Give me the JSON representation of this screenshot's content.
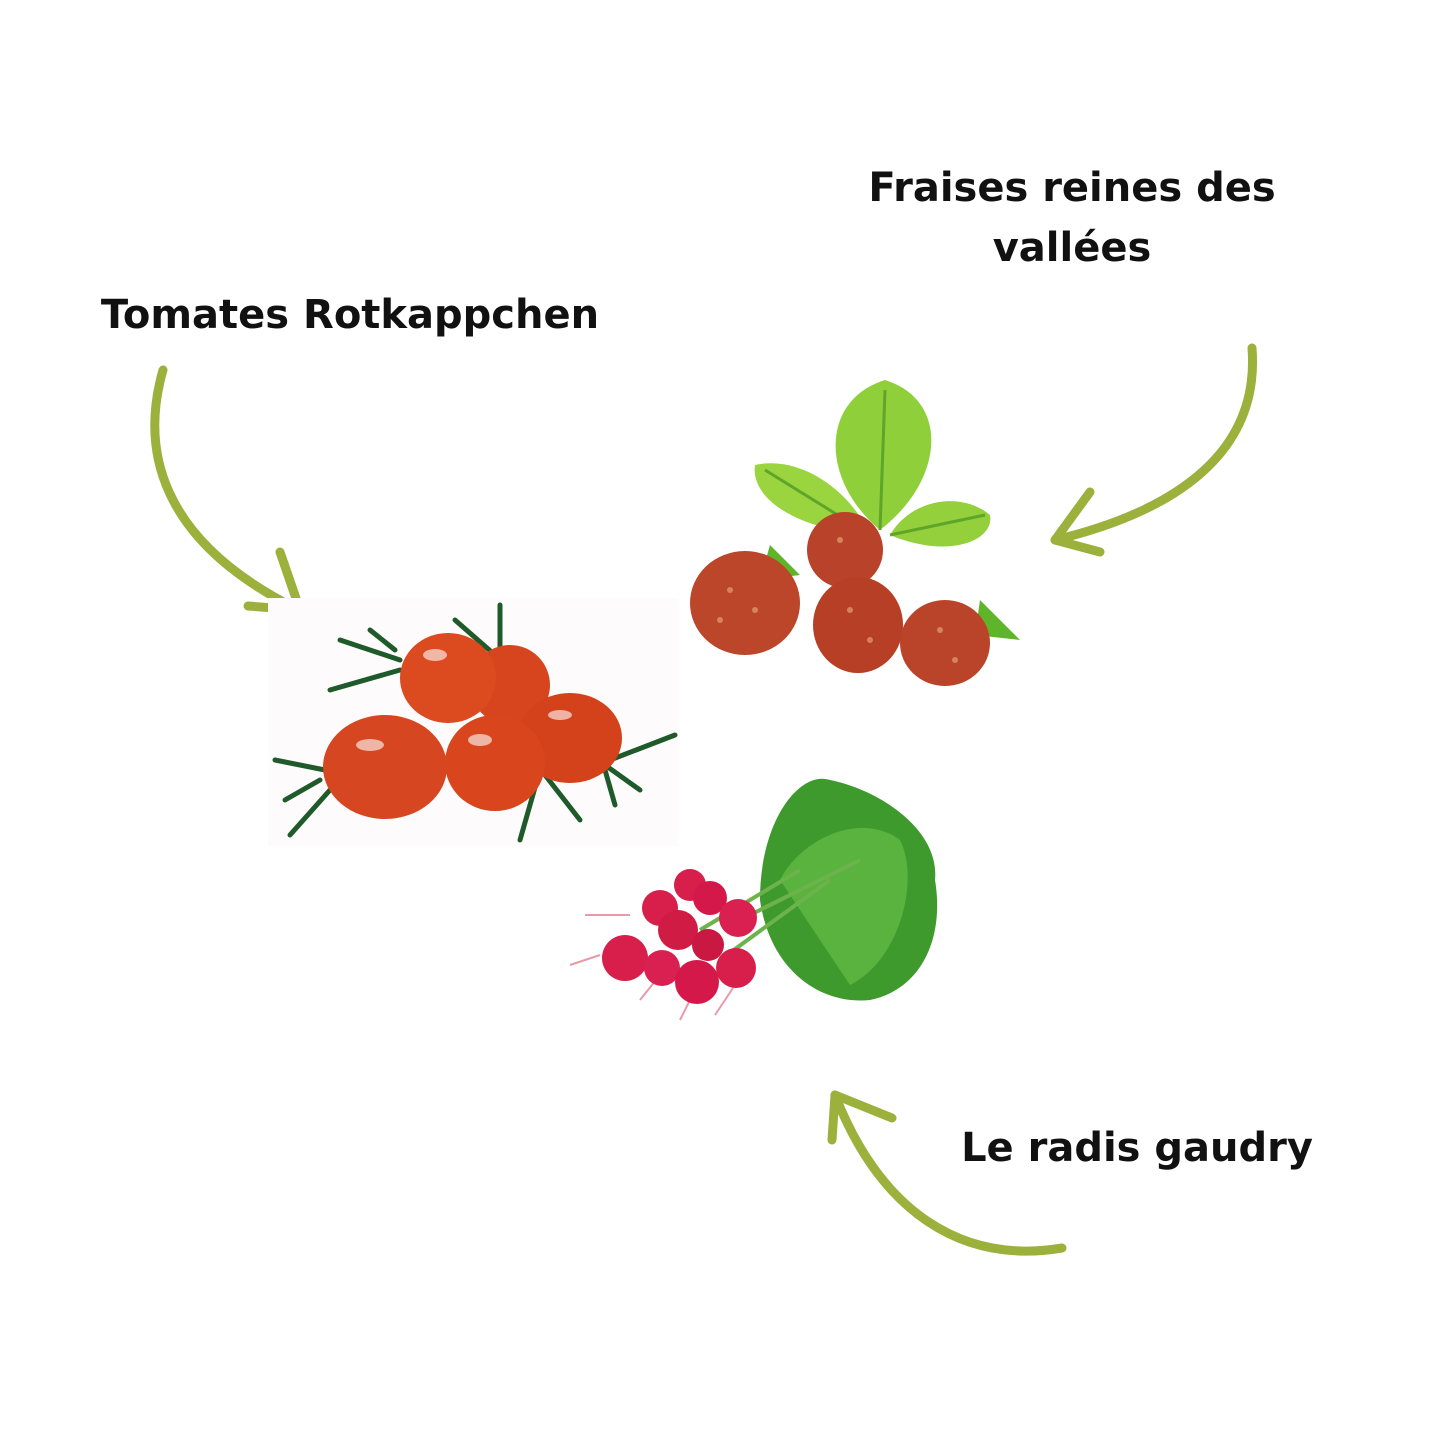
{
  "labels": {
    "tomatoes": "Tomates Rotkappchen",
    "strawberries_line1": "Fraises reines des",
    "strawberries_line2": "vallées",
    "radish": "Le radis gaudry"
  },
  "colors": {
    "arrow": "#9cb03c",
    "text": "#111111",
    "tomato": "#d9431e",
    "strawberry": "#b8432a",
    "radish": "#d81e4a",
    "leaf": "#3f8f2a"
  },
  "icons": [
    "curved-arrow-icon",
    "tomato-image",
    "strawberry-image",
    "radish-image"
  ]
}
